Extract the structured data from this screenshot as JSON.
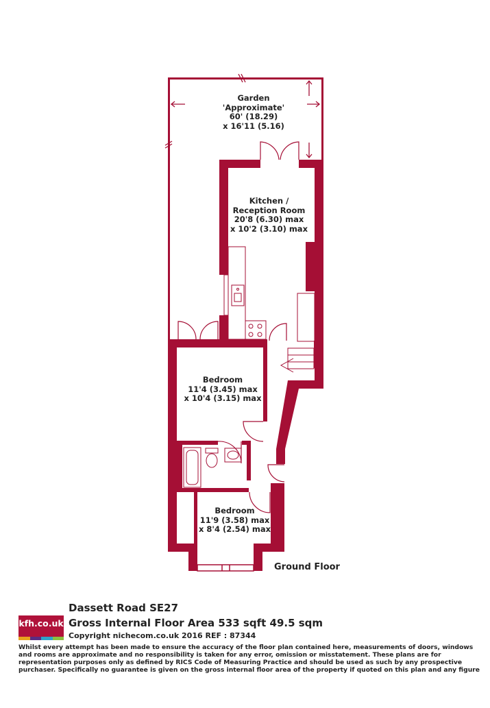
{
  "rooms": {
    "garden": [
      "Garden",
      "'Approximate'",
      "60' (18.29)",
      "x 16'11 (5.16)"
    ],
    "kitchen": [
      "Kitchen /",
      "Reception Room",
      "20'8 (6.30) max",
      "x 10'2 (3.10) max"
    ],
    "bedroom1": [
      "Bedroom",
      "11'4 (3.45) max",
      "x 10'4 (3.15) max"
    ],
    "bedroom2": [
      "Bedroom",
      "11'9 (3.58) max",
      "x 8'4 (2.54) max"
    ]
  },
  "floor_label": "Ground Floor",
  "logo_text": "kfh.co.uk",
  "property": "Dassett Road  SE27",
  "area_text": "Gross Internal Floor Area 533 sqft 49.5 sqm",
  "copyright": "Copyright nichecom.co.uk 2016 REF : 87344",
  "disclaimer": "Whilst every attempt has been made to ensure the accuracy of the floor plan contained here, measurements of doors, windows and rooms are approximate and no responsibility is taken for any error, omission or misstatement.  These plans are for representation purposes only as defined by RICS Code of Measuring Practice and should be used as such by any prospective purchaser.  Specifically no guarantee is given on the gross internal floor area of the property if quoted on this plan and any figure given is for initial guidance only and should not be relied on as a basis of valuation.",
  "colors": {
    "wall": "#a50f35",
    "logo_bg": "#b0123a"
  }
}
